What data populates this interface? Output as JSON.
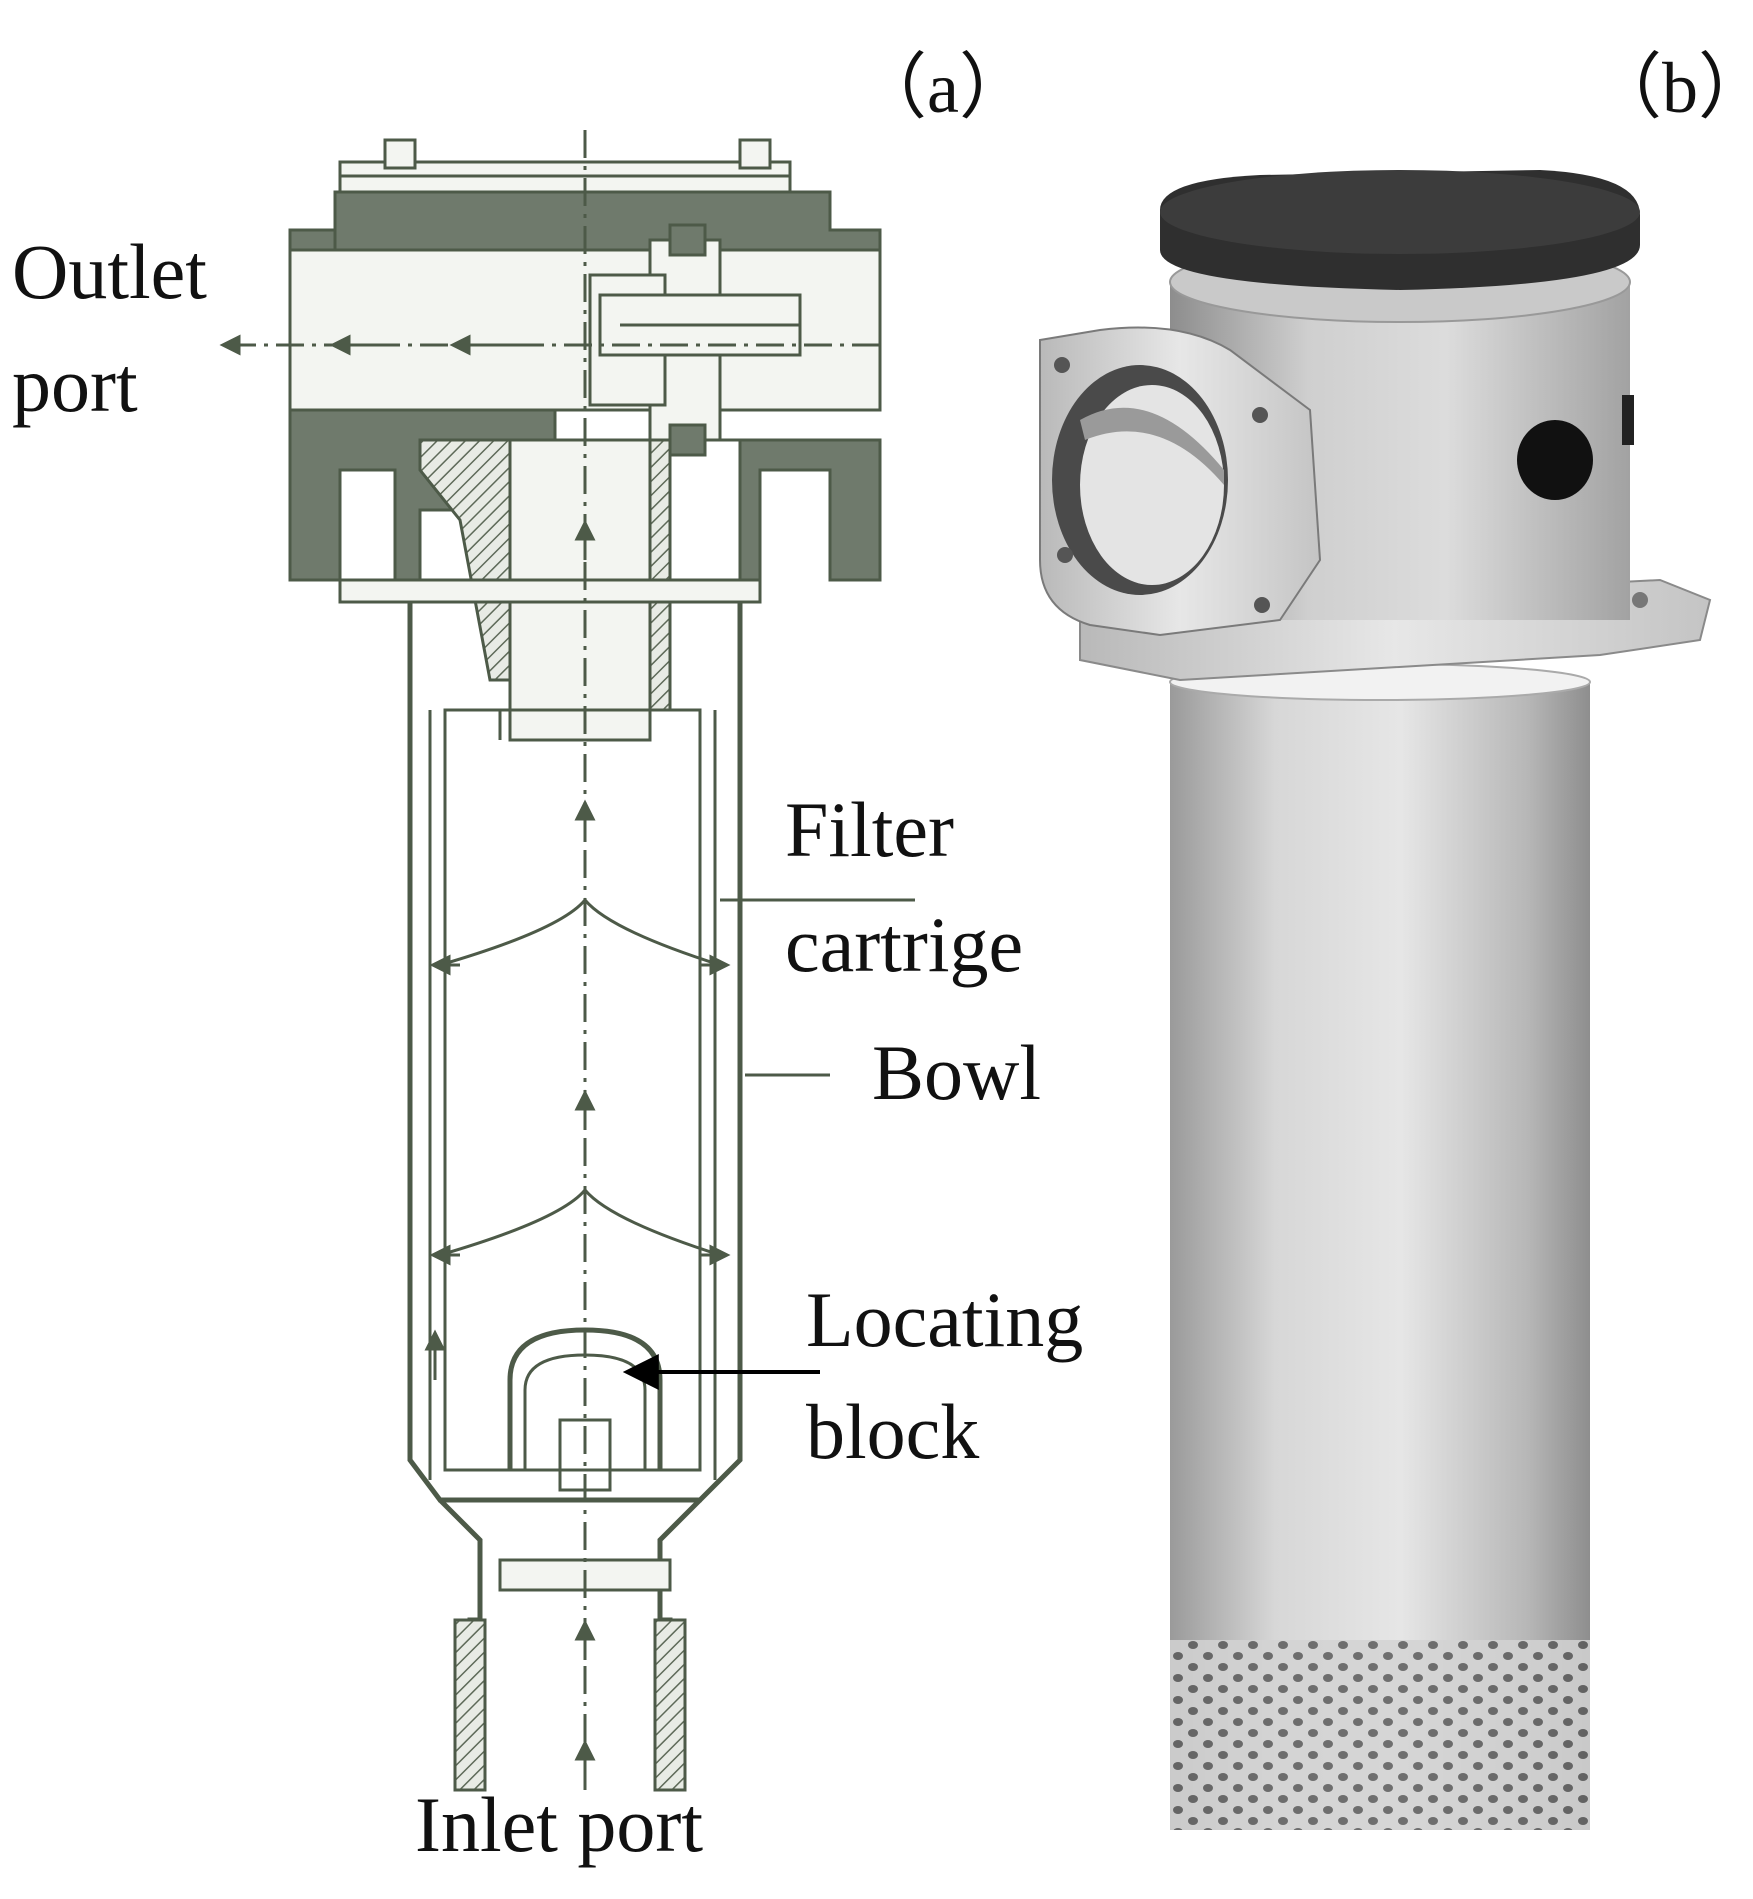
{
  "panels": {
    "a": {
      "tag": "（a）"
    },
    "b": {
      "tag": "（b）"
    }
  },
  "labels": {
    "outlet_line1": "Outlet",
    "outlet_line2": "port",
    "filter_line1": "Filter",
    "filter_line2": "cartrige",
    "bowl": "Bowl",
    "locating_line1": "Locating",
    "locating_line2": "block",
    "inlet": "Inlet port"
  },
  "colors": {
    "section_fill": "#6f7a6c",
    "line": "#4d5a48",
    "bore_fill": "#f3f5f1",
    "metal_light": "#d8d8d8",
    "metal_dark": "#8c8c8c",
    "cap": "#2f2f2f"
  }
}
